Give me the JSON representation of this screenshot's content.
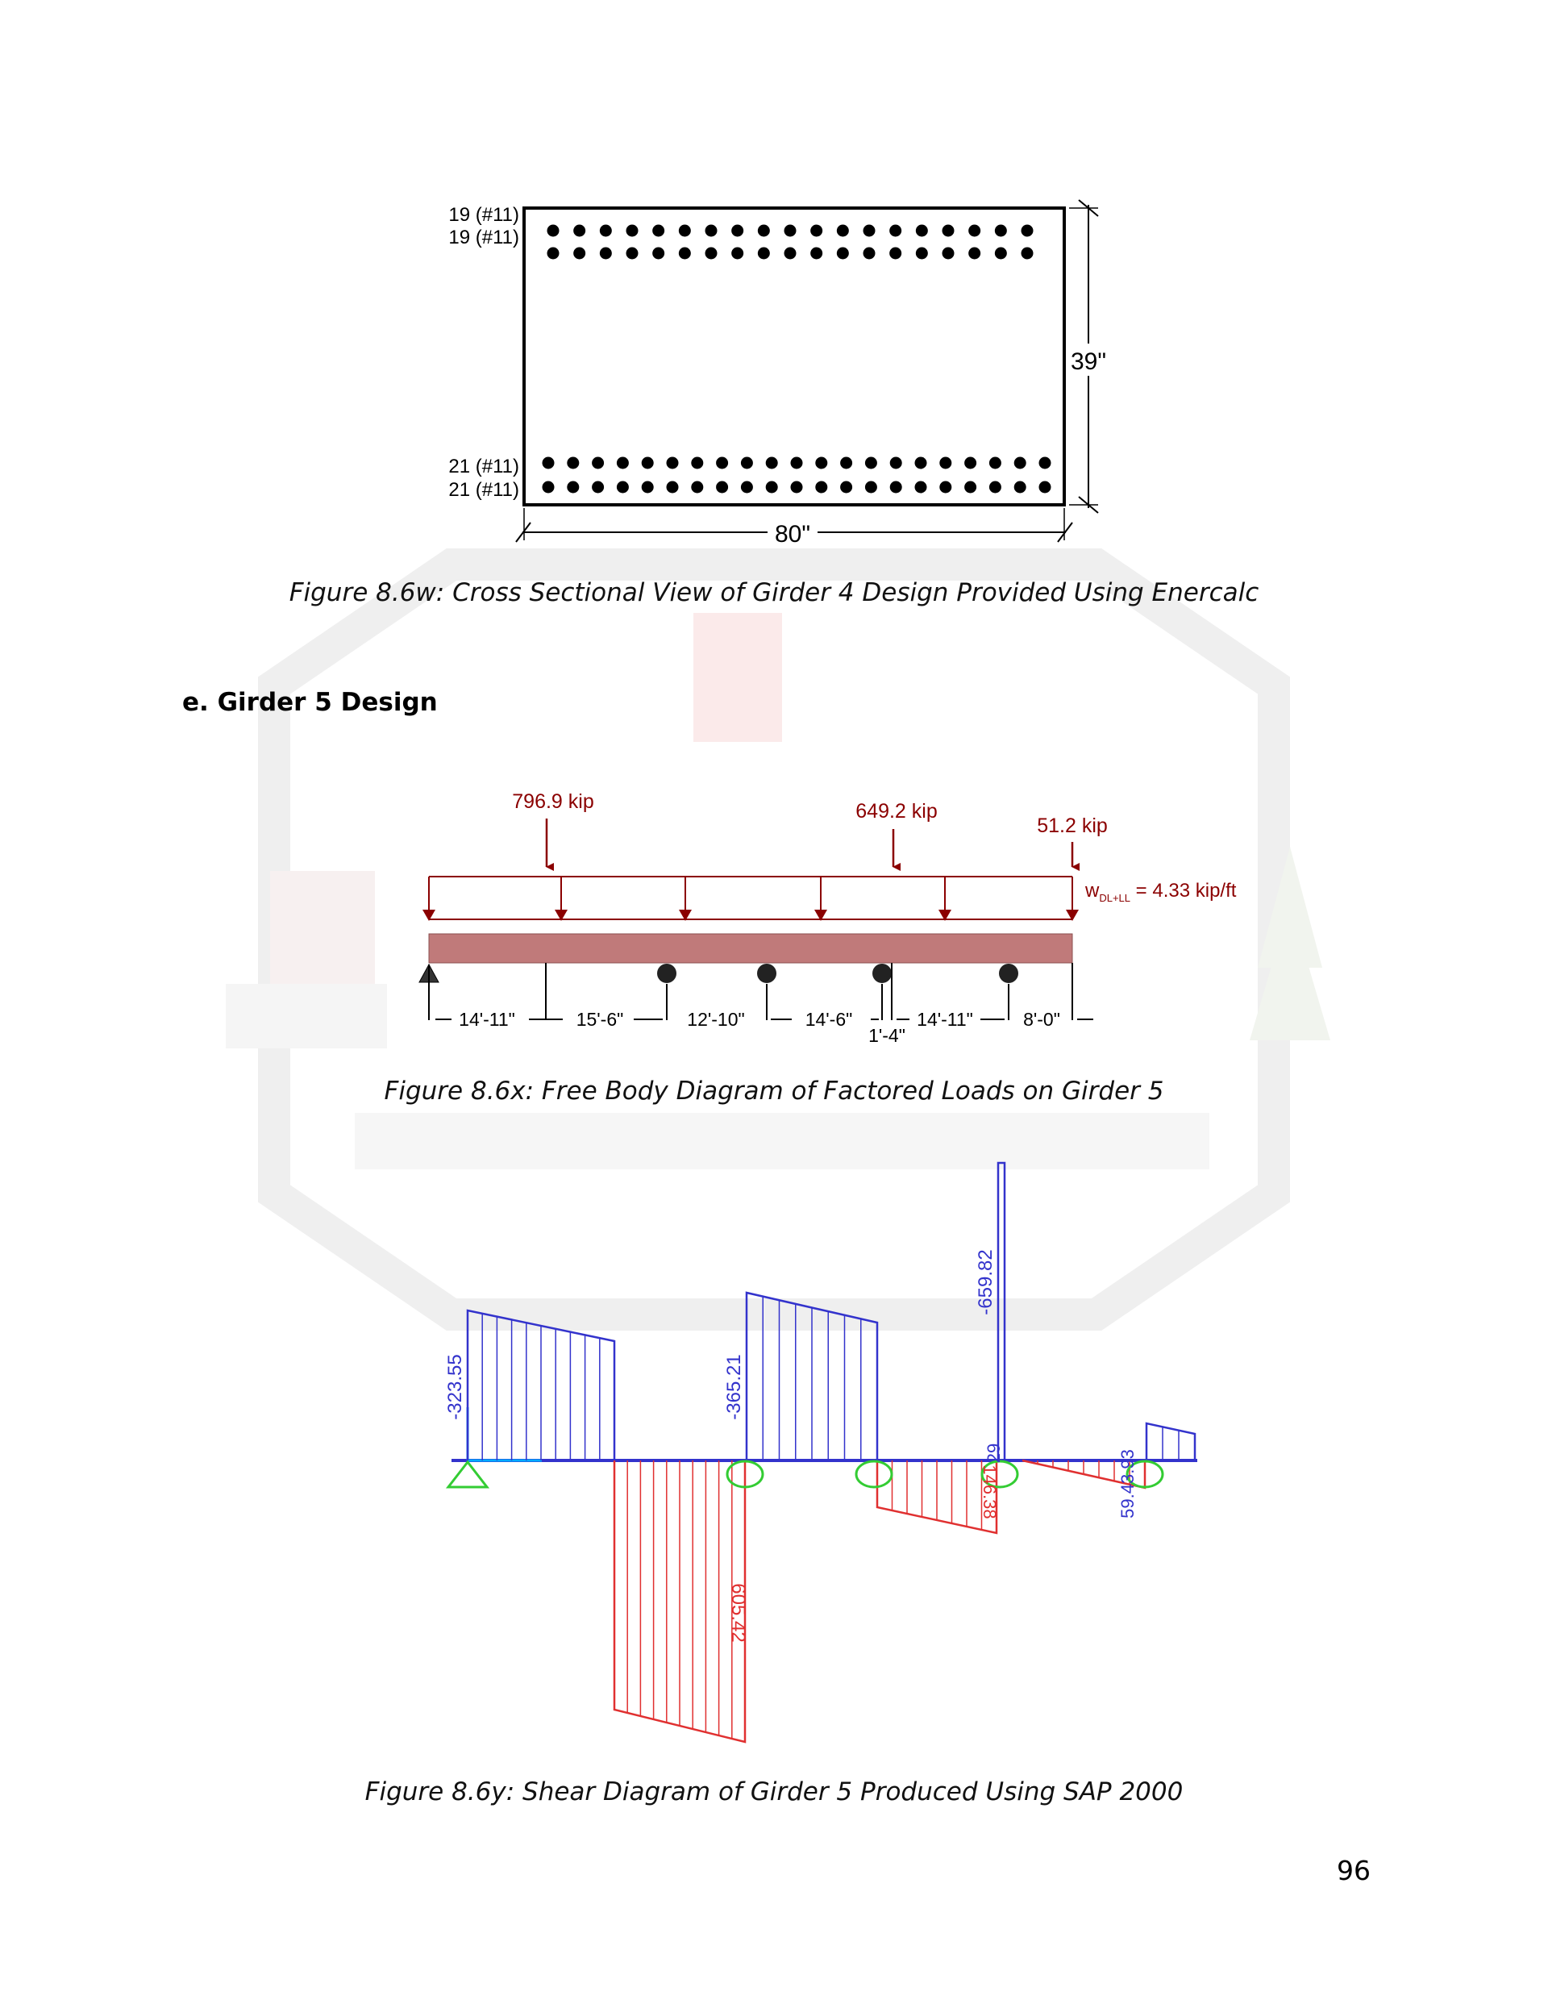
{
  "figures": {
    "cross_section": {
      "top_row_1": "19 (#11)",
      "top_row_2": "19 (#11)",
      "bottom_row_1": "21 (#11)",
      "bottom_row_2": "21 (#11)",
      "height_dim": "39\"",
      "width_dim": "80\"",
      "top_bar_count": 19,
      "bottom_bar_count": 21,
      "caption": "Figure 8.6w: Cross Sectional View of Girder 4 Design Provided Using Enercalc"
    },
    "fbd": {
      "load_1": "796.9 kip",
      "load_2": "649.2 kip",
      "load_3": "51.2 kip",
      "distributed_label": "w",
      "distributed_sub": "DL+LL",
      "distributed_value": " = 4.33 kip/ft",
      "spans": [
        "14'-11\"",
        "15'-6\"",
        "12'-10\"",
        "14'-6\"",
        "1'-4\"",
        "14'-11\"",
        "8'-0\""
      ],
      "caption": "Figure 8.6x: Free Body Diagram of Factored Loads on Girder 5"
    },
    "shear": {
      "labels": [
        "-323.55",
        "-365.21",
        "-659.82",
        "605.42",
        "146.38",
        "29",
        "59.43.93"
      ],
      "caption": "Figure 8.6y: Shear Diagram of Girder 5 Produced Using SAP 2000"
    }
  },
  "section_heading": "e. Girder 5 Design",
  "page_number": "96",
  "colors": {
    "load_red": "#8b0000",
    "beam_fill": "#c07a7a",
    "shear_positive": "#3333cc",
    "shear_negative": "#e03030",
    "watermark": "#f0f0f0"
  }
}
